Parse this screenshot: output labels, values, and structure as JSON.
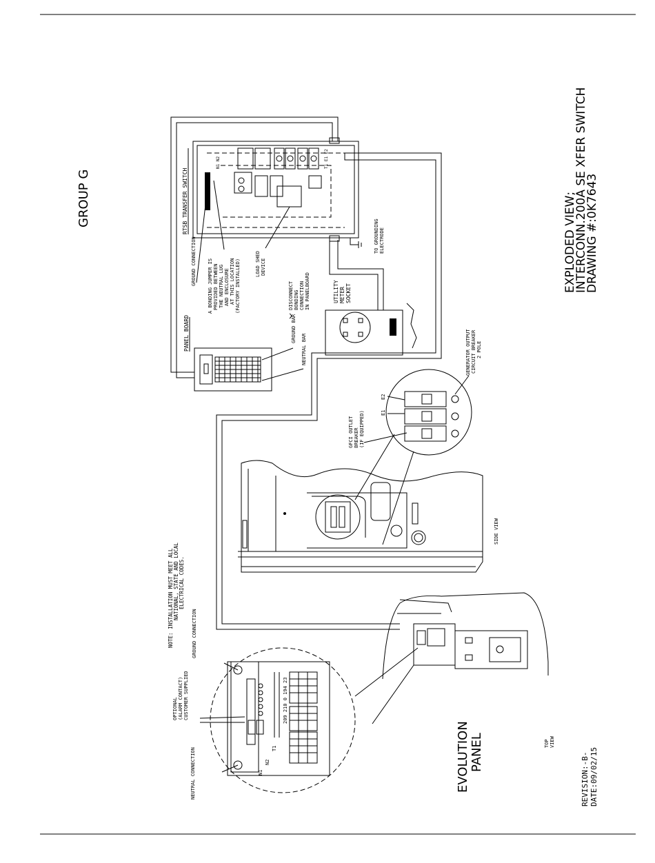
{
  "title": {
    "group": "GROUP G",
    "line1": "EXPLODED VIEW;",
    "line2": "INTERCONN.200A SE XFER SWITCH",
    "line3": "DRAWING #:0K7643"
  },
  "panel_title": {
    "line1": "EVOLUTION",
    "line2": "PANEL"
  },
  "revision": {
    "line1": "REVISION:-B-",
    "line2": "DATE:09/02/15"
  },
  "labels": {
    "rtsb": "RTSB TRANSFER SWITCH",
    "ground_connection_ts": "GROUND CONNECTION",
    "bonding_note": [
      "A BONDING JUMPER IS",
      "PROVIDED BETWEEN",
      "THE NEUTRAL LUG",
      "AND ENCLOSURE",
      "AT THIS LOCATION",
      "(FACTORY INSTALLED)"
    ],
    "load_shed": [
      "LOAD SHED",
      "DEVICE"
    ],
    "panel_board": "PANEL BOARD",
    "ground_bar": "GROUND BAR",
    "neutral_bar": "NEUTRAL BAR",
    "disconnect": [
      "DISCONNECT",
      "BONDING",
      "CONNECTION",
      "IN PANELBOARD"
    ],
    "utility": [
      "UTILITY",
      "METER",
      "SOCKET"
    ],
    "grounding_electrode": [
      "TO GROUNDING",
      "ELECTRODE"
    ],
    "gen_output": [
      "GENERATOR OUTPUT",
      "CIRCUIT BREAKER",
      "2 POLE"
    ],
    "gfci": [
      "GFCI OUTLET",
      "BREAKER",
      "(IF EQUIPPED)"
    ],
    "e1": "E1",
    "e2": "E2",
    "side_view": "SIDE VIEW",
    "top_view": [
      "TOP",
      "VIEW"
    ],
    "note": [
      "NOTE: INSTALLATION MUST MEET ALL",
      "NATIONAL, STATE AND LOCAL",
      "ELECTRICAL CODES."
    ],
    "ground_connection_panel": "GROUND CONNECTION",
    "optional": [
      "OPTIONAL",
      "(ALARM CONTACT)",
      "CUSTOMER SUPPLIED"
    ],
    "neutral_connection": "NEUTRAL CONNECTION",
    "terminals_top": "209 210 0 194 23",
    "n1": "N1",
    "n2": "N2",
    "t1": "T1",
    "ts_terms": "N1 N2",
    "ts_terms2": "T1 E1 E2"
  }
}
